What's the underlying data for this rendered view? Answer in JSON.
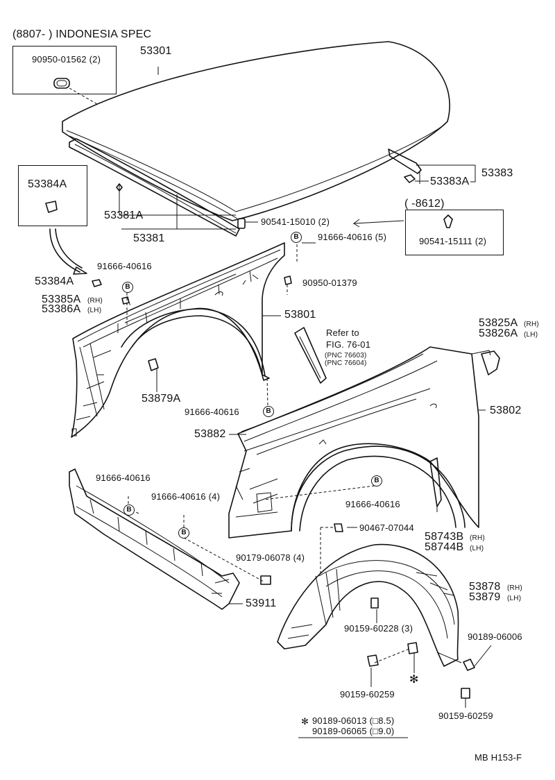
{
  "spec": {
    "date_range": "(8807-      ) INDONESIA SPEC"
  },
  "bolt_b": "B",
  "labels": {
    "l53301": "53301",
    "l9095001562": "90950-01562 (2)",
    "l53383": "53383",
    "l53383A": "53383A",
    "l53384A_box": "53384A",
    "l53381A": "53381A",
    "l53381": "53381",
    "l9054115010": "90541-15010 (2)",
    "l8612": "(      -8612)",
    "l9054115111": "90541-15111 (2)",
    "l9166640616_5": "91666-40616 (5)",
    "l9166640616_a": "91666-40616",
    "l53384A": "53384A",
    "l9095001379": "90950-01379",
    "l53385A": "53385A",
    "l53385A_side": "(RH)",
    "l53386A": "53386A",
    "l53386A_side": "(LH)",
    "l53801": "53801",
    "refer": "Refer to",
    "fig": "FIG. 76-01",
    "pnc1": "(PNC 76603)",
    "pnc2": "(PNC 76604)",
    "l53825A": "53825A",
    "l53825A_side": "(RH)",
    "l53826A": "53826A",
    "l53826A_side": "(LH)",
    "l53879A": "53879A",
    "l9166640616_b": "91666-40616",
    "l53802": "53802",
    "l53882": "53882",
    "l9166640616_c": "91666-40616",
    "l9166640616_4": "91666-40616 (4)",
    "l9166640616_d": "91666-40616",
    "l9046707044": "90467-07044",
    "l58743B": "58743B",
    "l58743B_side": "(RH)",
    "l58744B": "58744B",
    "l58744B_side": "(LH)",
    "l9017906078": "90179-06078 (4)",
    "l53878": "53878",
    "l53878_side": "(RH)",
    "l53879": "53879",
    "l53879_side": "(LH)",
    "l53911": "53911",
    "l9015960228": "90159-60228 (3)",
    "l9018906006": "90189-06006",
    "l9015960259_a": "90159-60259",
    "l9015960259_b": "90159-60259",
    "star": "✻",
    "note1": "90189-06013 (□8.5)",
    "note2": "90189-06065 (□9.0)",
    "ref": "MB  H153-F"
  }
}
